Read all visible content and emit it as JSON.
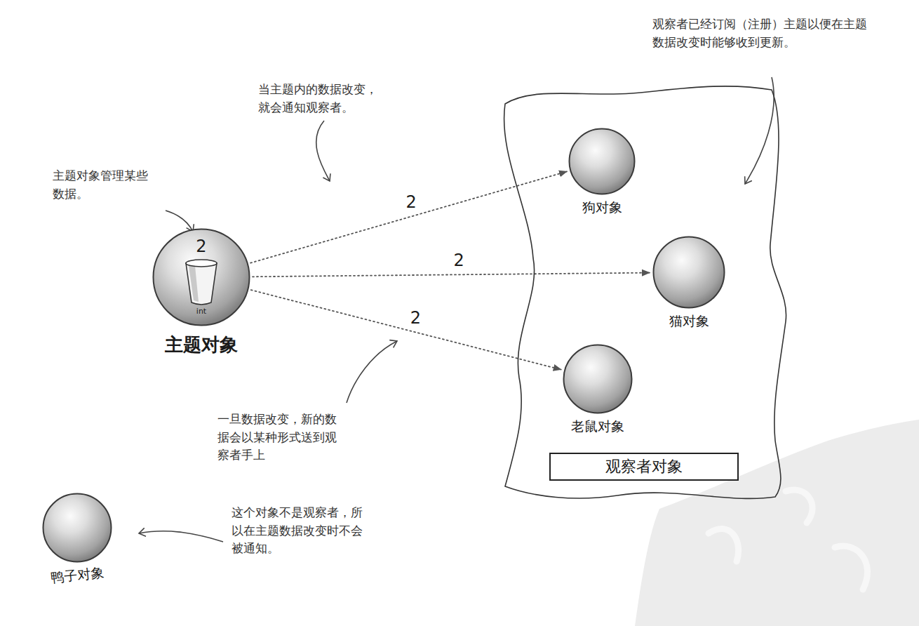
{
  "diagram": {
    "nodes": [
      {
        "text": [
          "2",
          "int",
          "主题对象"
        ]
      },
      {
        "text": [
          "观察者对象"
        ]
      },
      {
        "text": [
          "狗对象"
        ],
        "in": 1
      },
      {
        "text": [
          "猫对象"
        ],
        "in": 1
      },
      {
        "text": [
          "老鼠对象"
        ],
        "in": 1
      },
      {
        "text": [
          "鸭子对象"
        ]
      }
    ],
    "edges": [
      {
        "from": 0,
        "to": 2,
        "label": "2",
        "arrow": "to"
      },
      {
        "from": 0,
        "to": 3,
        "label": "2",
        "arrow": "to"
      },
      {
        "from": 0,
        "to": 4,
        "label": "2",
        "arrow": "to"
      }
    ],
    "labels": [
      "观察者已经订阅（注册）主题以便在主题数据改变时能够收到更新。",
      "当主题内的数据改变，就会通知观察者。",
      "主题对象管理某些数据。",
      "一旦数据改变，新的数据会以某种形式送到观察者手上",
      "这个对象不是观察者，所以在主题数据改变时不会被通知。"
    ]
  }
}
